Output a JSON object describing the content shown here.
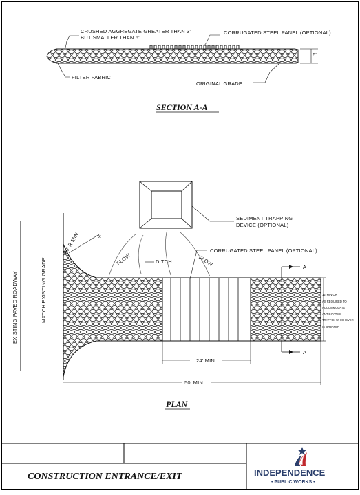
{
  "section": {
    "title": "SECTION A-A",
    "label_aggregate_1": "CRUSHED AGGREGATE GREATER THAN 3\"",
    "label_aggregate_2": "BUT SMALLER THAN 6\"",
    "label_panel": "CORRUGATED STEEL PANEL (OPTIONAL)",
    "label_depth": "6\"",
    "label_fabric": "FILTER FABRIC",
    "label_grade": "ORIGINAL GRADE"
  },
  "plan": {
    "title": "PLAN",
    "label_radius": "20' R MIN",
    "label_flow_left": "FLOW",
    "label_ditch": "DITCH",
    "label_flow_right": "FLOW",
    "label_sediment_1": "SEDIMENT TRAPPING",
    "label_sediment_2": "DEVICE (OPTIONAL)",
    "label_panel": "CORRUGATED STEEL PANEL (OPTIONAL)",
    "label_section_top": "A",
    "label_section_bottom": "A",
    "label_roadway": "EXISTING PAVED ROADWAY",
    "label_match_grade": "MATCH EXISTING GRADE",
    "label_width_1": "12' MIN OR",
    "label_width_2": "AS REQUIRED TO",
    "label_width_3": "ACCOMMODATE",
    "label_width_4": "ANTICIPATED",
    "label_width_5": "TRAFFIC, WHICHEVER",
    "label_width_6": "IS GREATER",
    "label_dim_panel": "24' MIN",
    "label_dim_total": "50' MIN"
  },
  "titleblock": {
    "drawing_title": "CONSTRUCTION ENTRANCE/EXIT",
    "logo_name": "INDEPENDENCE",
    "logo_sub": "• PUBLIC WORKS •"
  },
  "colors": {
    "logo_blue": "#2b3f6c",
    "logo_red": "#c0282d"
  }
}
